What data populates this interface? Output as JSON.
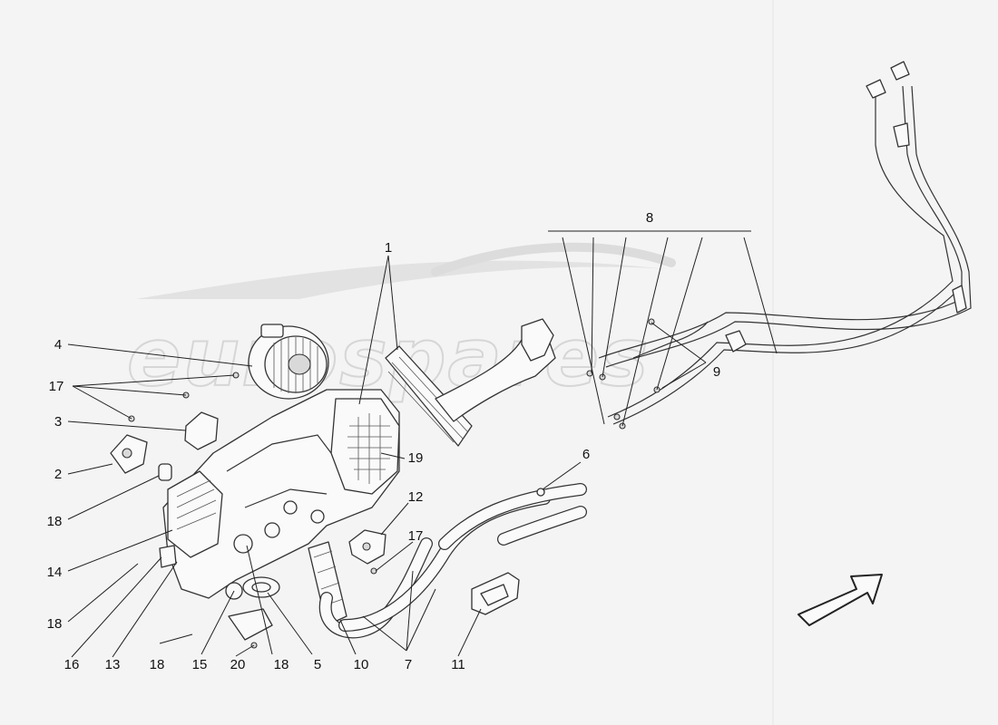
{
  "watermark": {
    "text": "eurospares"
  },
  "callouts": {
    "c1": "1",
    "c2": "2",
    "c3": "3",
    "c4": "4",
    "c5": "5",
    "c6": "6",
    "c7": "7",
    "c8": "8",
    "c9": "9",
    "c10": "10",
    "c11": "11",
    "c12": "12",
    "c13": "13",
    "c14": "14",
    "c15": "15",
    "c16": "16",
    "c17a": "17",
    "c17b": "17",
    "c18a": "18",
    "c18b": "18",
    "c18c": "18",
    "c18d": "18",
    "c19": "19",
    "c20": "20"
  },
  "direction_arrow_icon": "arrow-up-right-icon"
}
